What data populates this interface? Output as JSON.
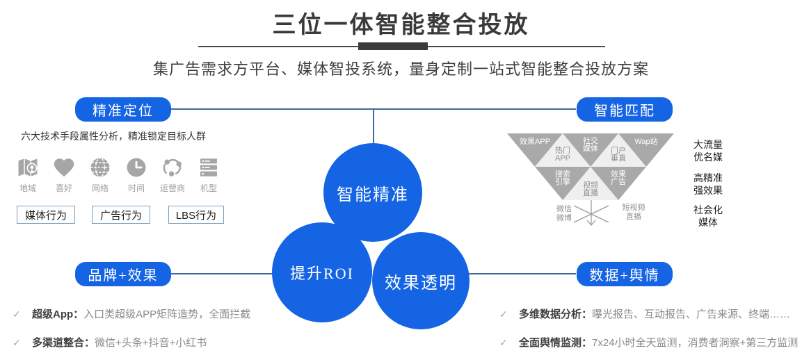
{
  "title": "三位一体智能整合投放",
  "subtitle": "集广告需求方平台、媒体智投系统，量身定制一站式智能整合投放方案",
  "colors": {
    "primary_blue": "#1464E4",
    "line_blue": "#44679B",
    "tri_dark": "#A9A9A9",
    "tri_light": "#EFEFEF",
    "icon_gray": "#A6A6A6",
    "title_gray": "#3A3A3A",
    "text_gray": "#8A8A8A"
  },
  "pills": {
    "top_left": "精准定位",
    "top_right": "智能匹配",
    "bottom_left": "品牌+效果",
    "bottom_right": "数据+舆情"
  },
  "circles": {
    "top": "智能精准",
    "left": "提升ROI",
    "right": "效果透明"
  },
  "targeting": {
    "description": "六大技术手段属性分析，精准锁定目标人群",
    "attributes": [
      {
        "icon": "map-pin-icon",
        "label": "地域"
      },
      {
        "icon": "heart-icon",
        "label": "喜好"
      },
      {
        "icon": "globe-icon",
        "label": "网络"
      },
      {
        "icon": "clock-icon",
        "label": "时间"
      },
      {
        "icon": "share-network-icon",
        "label": "运营商"
      },
      {
        "icon": "server-icon",
        "label": "机型"
      }
    ],
    "behavior_boxes": [
      "媒体行为",
      "广告行为",
      "LBS行为"
    ]
  },
  "media_matrix": {
    "cells": [
      {
        "label": "效果APP",
        "tone": "dark"
      },
      {
        "label": "热门\nAPP",
        "tone": "light"
      },
      {
        "label": "社交\n媒体",
        "tone": "dark"
      },
      {
        "label": "门户\n垂直",
        "tone": "light"
      },
      {
        "label": "Wap站",
        "tone": "dark"
      },
      {
        "label": "搜索\n引擎",
        "tone": "dark"
      },
      {
        "label": "视频\n直播",
        "tone": "light"
      },
      {
        "label": "效果\n广告",
        "tone": "dark"
      },
      {
        "label": "微信\n微博",
        "tone": "plain"
      },
      {
        "label": "短视频\n直播",
        "tone": "plain"
      }
    ],
    "side_labels": [
      "大流量\n优名媒",
      "高精准\n强效果",
      "社会化\n媒体"
    ]
  },
  "check_icon": "✓",
  "bottom_left_list": [
    {
      "title": "超级App：",
      "text": "入口类超级APP矩阵造势，全面拦截"
    },
    {
      "title": "多渠道整合：",
      "text": "微信+头条+抖音+小红书"
    }
  ],
  "bottom_right_list": [
    {
      "title": "多维数据分析：",
      "text": "曝光报告、互动报告、广告来源、终端……"
    },
    {
      "title": "全面舆情监测：",
      "text": "7x24小时全天监测，消费者洞察+第三方监测"
    }
  ]
}
